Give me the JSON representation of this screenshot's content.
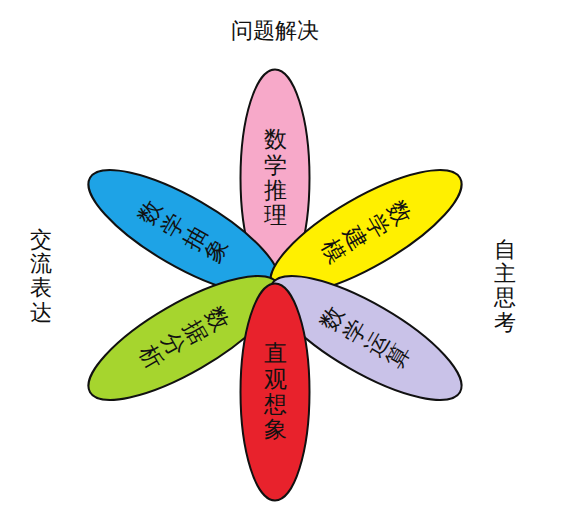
{
  "diagram": {
    "nodes": [
      {
        "text": [
          "数学推理"
        ]
      },
      {
        "text": [
          "数学抽象"
        ]
      },
      {
        "text": [
          "数学建模"
        ]
      },
      {
        "text": [
          "数据分析"
        ]
      },
      {
        "text": [
          "数学运算"
        ]
      },
      {
        "text": [
          "直观想象"
        ]
      }
    ],
    "labels": [
      "问题解决",
      "交流表达",
      "自主思考"
    ]
  }
}
